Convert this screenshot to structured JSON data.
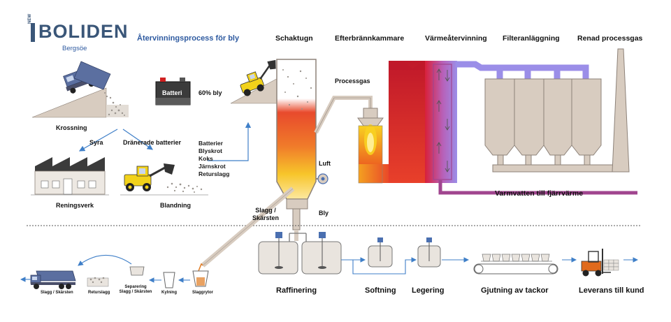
{
  "brand": {
    "prefix": "NEW",
    "name": "BOLIDEN",
    "site": "Bergsöe"
  },
  "title": "Återvinningsprocess för bly",
  "battery": {
    "label": "Batteri",
    "content": "60% bly"
  },
  "left_steps": {
    "crushing": "Krossning",
    "acid": "Syra",
    "drained_batteries": "Dränerade batterier",
    "treatment_plant": "Reningsverk",
    "mixing": "Blandning"
  },
  "inputs": [
    "Batterier",
    "Blyskrot",
    "Koks",
    "Järnskrot",
    "Returslagg"
  ],
  "furnace": {
    "shaft_furnace": "Schaktugn",
    "afterburner": "Efterbrännkammare",
    "heat_recovery": "Värmeåtervinning",
    "filter_plant": "Filteranläggning",
    "clean_gas": "Renad processgas",
    "process_gas": "Processgas",
    "air": "Luft",
    "lead": "Bly",
    "slag": [
      "Slagg /",
      "Skärsten"
    ],
    "district_heating": "Varmvatten till fjärrvärme"
  },
  "slag_chain": {
    "slag_pots": "Slaggrytor",
    "cooling": "Kylning",
    "separation": [
      "Separering",
      "Slagg / Skärsten"
    ],
    "return_slag": "Returslagg",
    "truck_load": "Slagg / Skärsten"
  },
  "refining": {
    "refining": "Raffinering",
    "softening": "Softning",
    "alloying": "Legering",
    "casting": "Gjutning av tackor",
    "delivery": "Leverans till kund"
  },
  "colors": {
    "brand_blue": "#3a5678",
    "title_blue": "#2e5aa0",
    "arrow_blue": "#3f7fc8",
    "duct_purple": "#9b8ee8",
    "hot_water": "#a0458f",
    "equipment_grey": "#d8ccc0",
    "equipment_stroke": "#8d8279",
    "furnace_hot": "#e6402b",
    "furnace_glow": "#f7c52a",
    "loader_yellow": "#f2d21a",
    "truck_blue": "#5b6fa0",
    "forklift_orange": "#e06a1c"
  }
}
